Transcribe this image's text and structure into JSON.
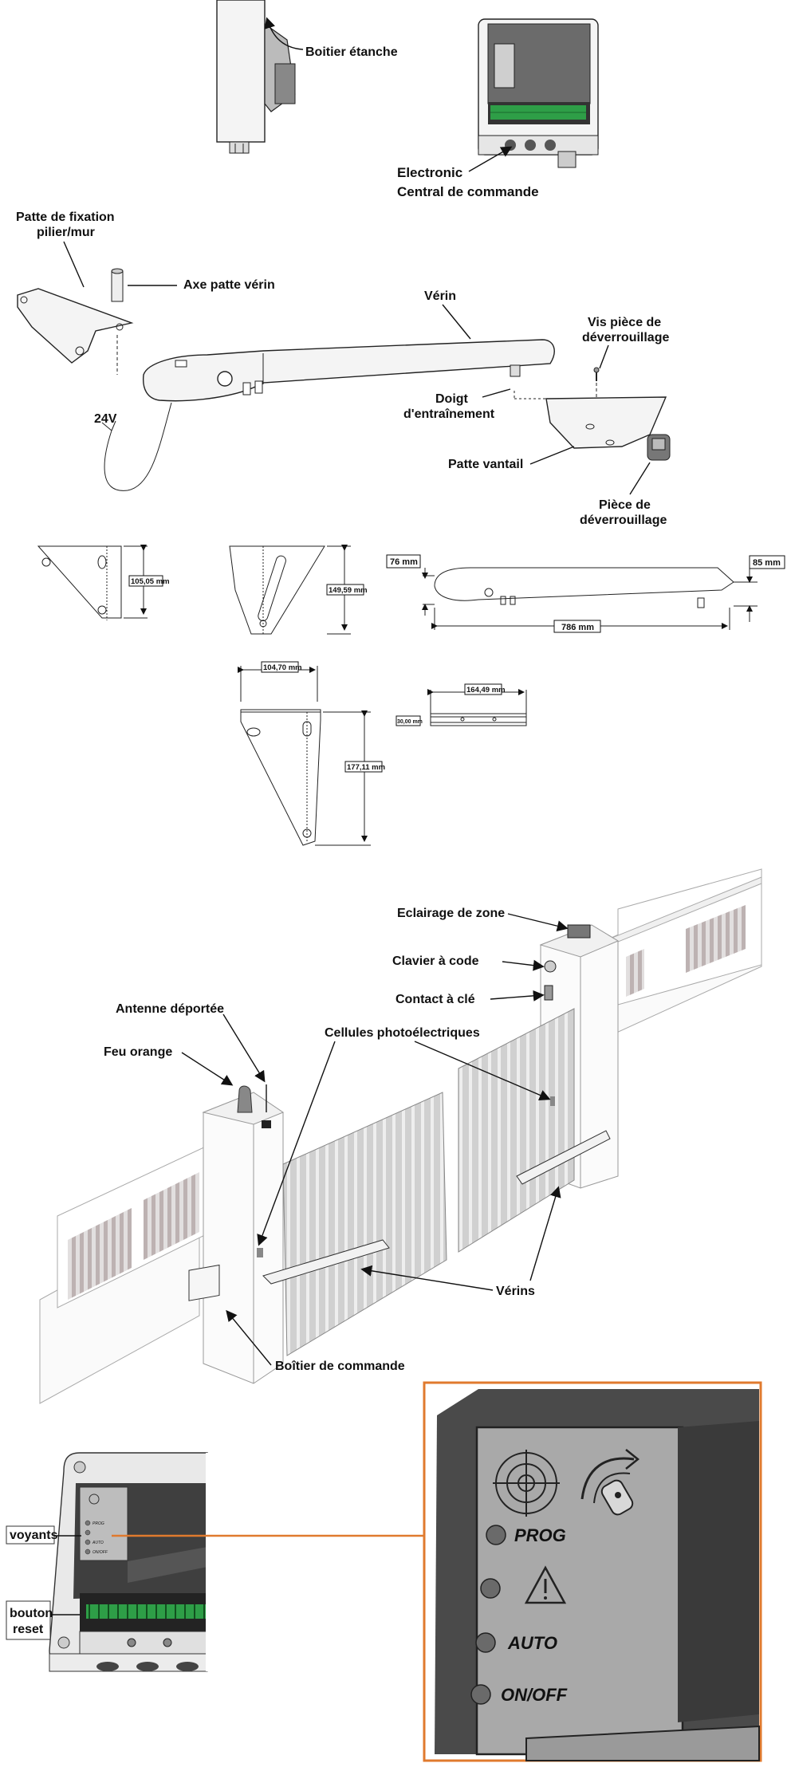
{
  "labels": {
    "boitier_etanche": "Boitier étanche",
    "electronic_1": "Electronic",
    "electronic_2": "Central de commande",
    "patte_fixation_1": "Patte de fixation",
    "patte_fixation_2": "pilier/mur",
    "axe_patte": "Axe patte vérin",
    "verin": "Vérin",
    "vis_piece_1": "Vis pièce de",
    "vis_piece_2": "déverrouillage",
    "doigt_1": "Doigt",
    "doigt_2": "d'entraînement",
    "patte_vantail": "Patte vantail",
    "piece_deverr_1": "Pièce de",
    "piece_deverr_2": "déverrouillage",
    "volt": "24V"
  },
  "dimensions": {
    "d1": "105,05 mm",
    "d2": "149,59 mm",
    "d3": "76 mm",
    "d4": "85 mm",
    "d5": "786 mm",
    "d6": "104,70 mm",
    "d7": "177,11 mm",
    "d8": "164,49 mm",
    "d9": "30,00 mm"
  },
  "scene": {
    "eclairage": "Eclairage de zone",
    "clavier": "Clavier à code",
    "contact": "Contact à clé",
    "antenne": "Antenne déportée",
    "feu": "Feu orange",
    "cellules": "Cellules photoélectriques",
    "verins": "Vérins",
    "boitier_commande": "Boîtier de commande"
  },
  "panel": {
    "voyants": "voyants",
    "bouton_1": "bouton",
    "bouton_2": "reset",
    "indicators": [
      "PROG",
      "",
      "AUTO",
      "ON/OFF"
    ]
  },
  "colors": {
    "accent_orange": "#e07a2e",
    "terminal_green": "#2e9e47",
    "panel_dark": "#4a4a4a",
    "panel_light": "#a9a9a9"
  }
}
